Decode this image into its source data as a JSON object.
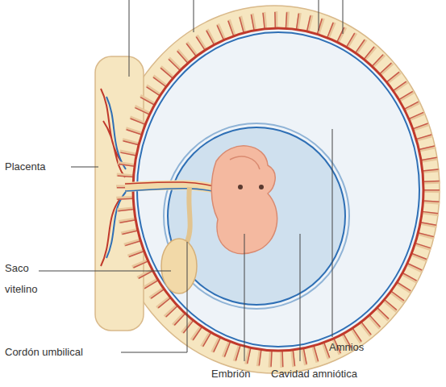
{
  "diagram": {
    "labels": [
      "Placenta",
      "Saco vitelino",
      "Cordón umbilical",
      "Embrión",
      "Cavidad amniótica",
      "Amnios"
    ]
  }
}
